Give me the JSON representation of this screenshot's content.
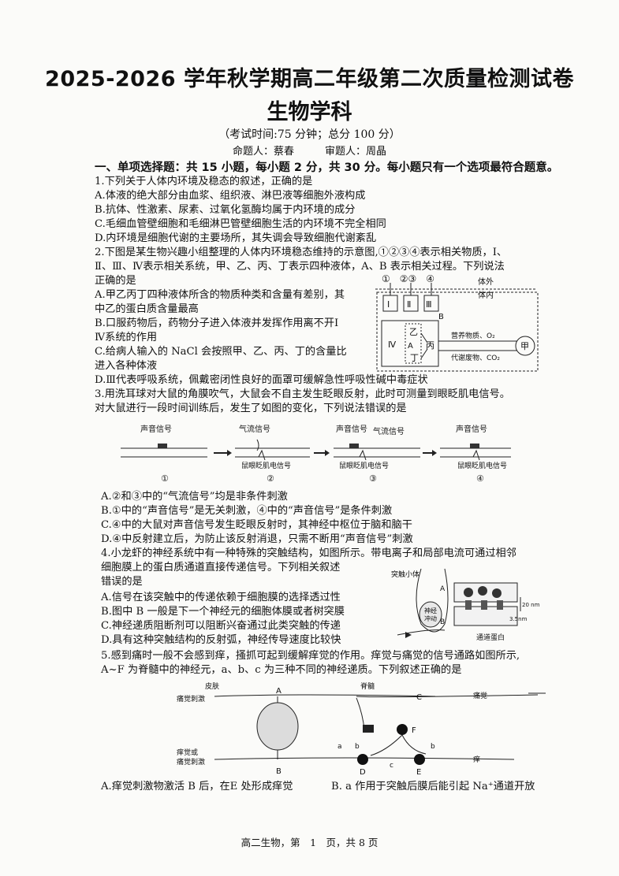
{
  "header": {
    "title": "2025-2026 学年秋学期高二年级第二次质量检测试卷",
    "subject": "生物学科",
    "exam_info": "（考试时间:75 分钟；总分 100 分）",
    "authors": "命题人：蔡春　　　审题人：周晶"
  },
  "section1": {
    "heading": "一、单项选择题：共 15 小题，每小题 2 分，共 30 分。每小题只有一个选项最符合题意。"
  },
  "q1": {
    "stem": "1.下列关于人体内环境及稳态的叙述，正确的是",
    "a": "A.体液的绝大部分由血浆、组织液、淋巴液等细胞外液构成",
    "b": "B.抗体、性激素、尿素、过氧化氢酶均属于内环境的成分",
    "c": "C.毛细血管壁细胞和毛细淋巴管壁细胞生活的内环境不完全相同",
    "d": "D.内环境是细胞代谢的主要场所，其失调会导致细胞代谢紊乱"
  },
  "q2": {
    "stem1": "2.下图是某生物兴趣小组整理的人体内环境稳态维持的示意图,①②③④表示相关物质，Ⅰ、",
    "stem2": "Ⅱ、Ⅲ、Ⅳ表示相关系统，甲、乙、丙、丁表示四种液体，A、B 表示相关过程。下列说法",
    "stem3": "正确的是",
    "a1": "A.甲乙丙丁四种液体所含的物质种类和含量有差别，其",
    "a2": "中乙的蛋白质含量最高",
    "b1": "B.口服药物后，药物分子进入体液并发挥作用离不开Ⅰ",
    "b2": "Ⅳ系统的作用",
    "c1": "C.给病人输入的 NaCl 会按照甲、乙、丙、丁的含量比",
    "c2": "进入各种体液",
    "d": "D.Ⅲ代表呼吸系统，佩戴密闭性良好的面罩可缓解急性呼吸性碱中毒症状",
    "diagram": {
      "nums": "①　②③　④",
      "outside": "体外",
      "inside": "体内",
      "sys": [
        "Ⅰ",
        "Ⅱ",
        "Ⅲ",
        "Ⅳ"
      ],
      "fluids": [
        "乙",
        "丙",
        "丁",
        "甲"
      ],
      "proc": [
        "A",
        "B"
      ],
      "nutrients": "营养物质、O₂",
      "wastes": "代谢废物、CO₂"
    }
  },
  "q3": {
    "stem1": "3.用洗耳球对大鼠的角膜吹气，大鼠会不自主发生眨眼反射，此时可测量到眼眨肌电信号。",
    "stem2": "对大鼠进行一段时间训练后，发生了如图的变化，下列说法错误的是",
    "diagram": {
      "sound": "声音信号",
      "air": "气流信号",
      "emg": "鼠眼眨肌电信号",
      "labels": [
        "①",
        "②",
        "③",
        "④"
      ]
    },
    "a": "A.②和③中的“气流信号”均是非条件刺激",
    "b": "B.①中的“声音信号”是无关刺激，④中的“声音信号”是条件刺激",
    "c": "C.④中的大鼠对声音信号发生眨眼反射时，其神经中枢位于脑和脑干",
    "d": "D.④中反射建立后，为防止该反射消退，只需不断用“声音信号”刺激"
  },
  "q4": {
    "stem1": "4.小龙虾的神经系统中有一种特殊的突触结构，如图所示。带电离子和局部电流可通过相邻",
    "stem2": "细胞膜上的蛋白质通道直接传递信号。下列相关叙述",
    "stem3": "错误的是",
    "a": "A.信号在该突触中的传递依赖于细胞膜的选择透过性",
    "b": "B.图中 B 一般是下一个神经元的细胞体膜或者树突膜",
    "c": "C.神经递质阻断剂可以阻断兴奋通过此类突触的传递",
    "d": "D.具有这种突触结构的反射弧，神经传导速度比较快",
    "diagram": {
      "knob": "突触小体",
      "impulse1": "神经",
      "impulse2": "冲动",
      "a": "A",
      "b": "B",
      "width": "20 nm",
      "gap": "3.5nm",
      "channel": "通道蛋白"
    }
  },
  "q5": {
    "stem1": "5.感到痛时一般不会感到痒，搔抓可起到缓解痒觉的作用。痒觉与痛觉的信号通路如图所示,",
    "stem2": "A~F 为脊髓中的神经元，a、b、c 为三种不同的神经递质。下列叙述正确的是",
    "diagram": {
      "skin": "皮肤",
      "pain_stim": "痛觉刺激",
      "itch_stim1": "痒觉或",
      "itch_stim2": "痛觉刺激",
      "cord": "脊髓",
      "pain": "痛觉",
      "itch": "痒",
      "neurons": [
        "A",
        "B",
        "C",
        "D",
        "E",
        "F"
      ],
      "nt": [
        "a",
        "b",
        "c",
        "b"
      ]
    },
    "a": "A.痒觉刺激物激活 B 后，在E 处形成痒觉",
    "b": "B. a 作用于突触后膜后能引起 Na⁺通道开放"
  },
  "footer": "高二生物，第　1　页，共 8 页"
}
